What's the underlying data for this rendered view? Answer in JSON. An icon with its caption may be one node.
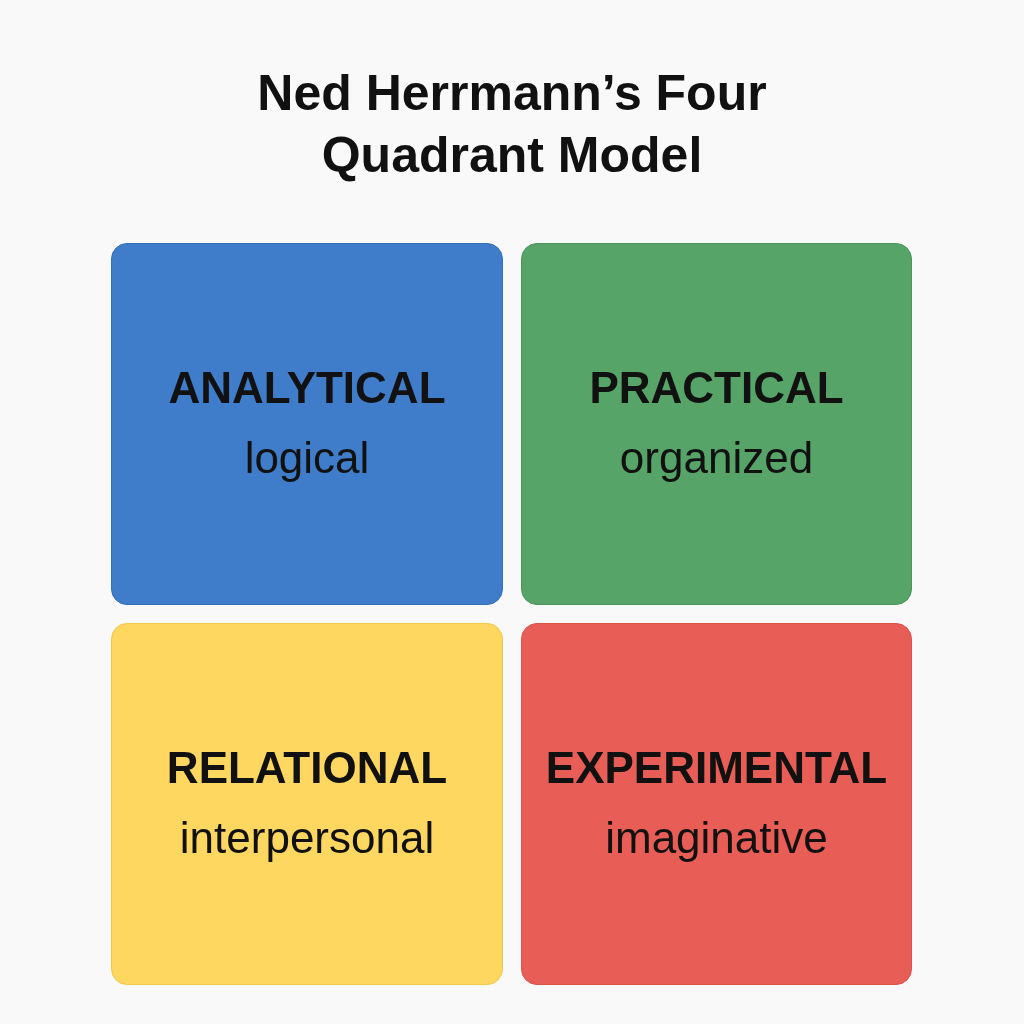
{
  "diagram": {
    "title": "Ned Herrmann’s Four Quadrant Model",
    "nodes": [
      {
        "text": [
          "ANALYTICAL",
          "logical"
        ]
      },
      {
        "text": [
          "PRACTICAL",
          "organized"
        ]
      },
      {
        "text": [
          "RELATIONAL",
          "interpersonal"
        ]
      },
      {
        "text": [
          "EXPERIMENTAL",
          "imaginative"
        ]
      }
    ]
  }
}
